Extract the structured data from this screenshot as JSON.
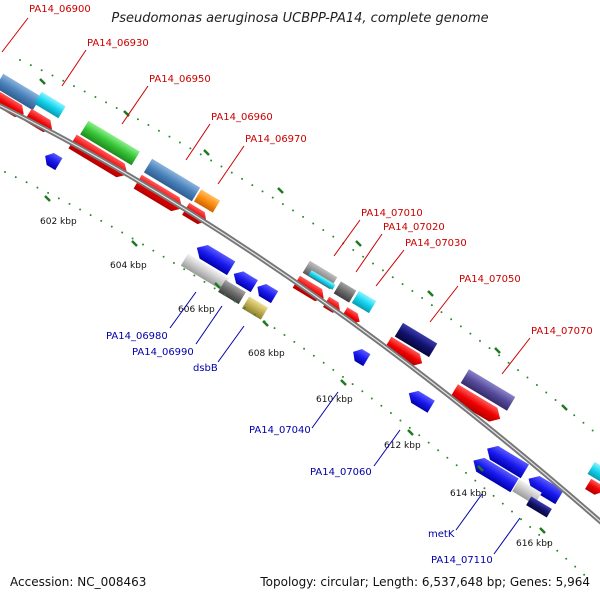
{
  "title": "Pseudomonas aeruginosa UCBPP-PA14, complete genome",
  "footer": {
    "accession": "Accession: NC_008463",
    "topology": "Topology: circular; Length: 6,537,648 bp; Genes: 5,964"
  },
  "ticks": [
    {
      "label": "602 kbp",
      "pos": 602
    },
    {
      "label": "604 kbp",
      "pos": 604
    },
    {
      "label": "606 kbp",
      "pos": 606
    },
    {
      "label": "608 kbp",
      "pos": 608
    },
    {
      "label": "610 kbp",
      "pos": 610
    },
    {
      "label": "612 kbp",
      "pos": 612
    },
    {
      "label": "614 kbp",
      "pos": 614
    },
    {
      "label": "616 kbp",
      "pos": 616
    }
  ],
  "gene_labels": [
    {
      "text": "PA14_06900",
      "strand": "forward"
    },
    {
      "text": "PA14_06930",
      "strand": "forward"
    },
    {
      "text": "PA14_06950",
      "strand": "forward"
    },
    {
      "text": "PA14_06960",
      "strand": "forward"
    },
    {
      "text": "PA14_06970",
      "strand": "forward"
    },
    {
      "text": "PA14_07010",
      "strand": "forward"
    },
    {
      "text": "PA14_07020",
      "strand": "forward"
    },
    {
      "text": "PA14_07030",
      "strand": "forward"
    },
    {
      "text": "PA14_07050",
      "strand": "forward"
    },
    {
      "text": "PA14_07070",
      "strand": "forward"
    },
    {
      "text": "PA14_06980",
      "strand": "reverse"
    },
    {
      "text": "PA14_06990",
      "strand": "reverse"
    },
    {
      "text": "dsbB",
      "strand": "reverse"
    },
    {
      "text": "PA14_07040",
      "strand": "reverse"
    },
    {
      "text": "PA14_07060",
      "strand": "reverse"
    },
    {
      "text": "metK",
      "strand": "reverse"
    },
    {
      "text": "PA14_07110",
      "strand": "reverse"
    }
  ],
  "colors": {
    "forward_label": "#cc0000",
    "reverse_label": "#0000aa",
    "backbone": "#888888",
    "tick_mark": "#228822"
  }
}
